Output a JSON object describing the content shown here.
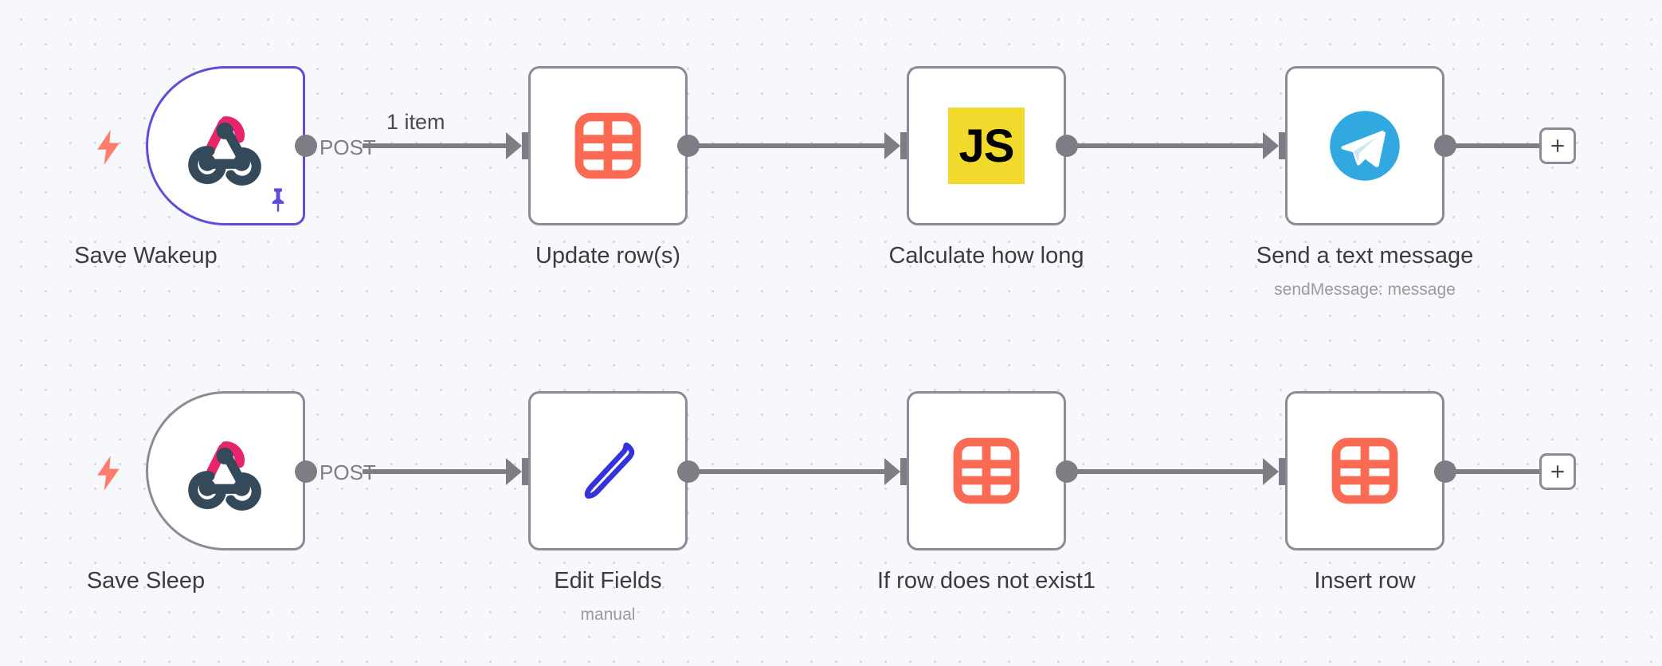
{
  "canvas": {
    "background_color": "#f7f8fb",
    "dot_color": "#d6d8e0"
  },
  "colors": {
    "node_border": "#8b8b95",
    "node_selected_border": "#5e4ddb",
    "connector": "#7d7d86",
    "trigger_bolt": "#ff7b6b",
    "sheets_icon": "#fb6b54",
    "js_badge": "#f2da2c",
    "telegram": "#31a8e0",
    "pin": "#5e4ddb",
    "webhook_pink": "#e8246b",
    "webhook_dark": "#34495a",
    "edit_pen": "#3333dd",
    "label_text": "#3b3b44",
    "sublabel_text": "#9a9aa6"
  },
  "rows": [
    {
      "id": "row-wakeup",
      "nodes": [
        {
          "id": "save-wakeup",
          "label": "Save Wakeup",
          "subtitle": "",
          "icon": "webhook-icon",
          "type": "trigger",
          "selected": true,
          "pinned": true,
          "output_label": "POST"
        },
        {
          "id": "update-rows",
          "label": "Update row(s)",
          "subtitle": "",
          "icon": "google-sheets-icon",
          "type": "action",
          "selected": false,
          "pinned": false,
          "output_label": ""
        },
        {
          "id": "calculate-how-long",
          "label": "Calculate how long",
          "subtitle": "",
          "icon": "javascript-code-icon",
          "type": "action",
          "selected": false,
          "pinned": false,
          "output_label": ""
        },
        {
          "id": "send-a-text-message",
          "label": "Send a text message",
          "subtitle": "sendMessage: message",
          "icon": "telegram-icon",
          "type": "action",
          "selected": false,
          "pinned": false,
          "output_label": ""
        }
      ],
      "connection_labels": [
        "1 item",
        "",
        ""
      ],
      "add_button": "+"
    },
    {
      "id": "row-sleep",
      "nodes": [
        {
          "id": "save-sleep",
          "label": "Save Sleep",
          "subtitle": "",
          "icon": "webhook-icon",
          "type": "trigger",
          "selected": false,
          "pinned": false,
          "output_label": "POST"
        },
        {
          "id": "edit-fields",
          "label": "Edit Fields",
          "subtitle": "manual",
          "icon": "edit-pen-icon",
          "type": "action",
          "selected": false,
          "pinned": false,
          "output_label": ""
        },
        {
          "id": "if-row-does-not-exist1",
          "label": "If row does not exist1",
          "subtitle": "",
          "icon": "google-sheets-icon",
          "type": "action",
          "selected": false,
          "pinned": false,
          "output_label": ""
        },
        {
          "id": "insert-row",
          "label": "Insert row",
          "subtitle": "",
          "icon": "google-sheets-icon",
          "type": "action",
          "selected": false,
          "pinned": false,
          "output_label": ""
        }
      ],
      "connection_labels": [
        "",
        "",
        ""
      ],
      "add_button": "+"
    }
  ],
  "icon_labels": {
    "js_text": "JS"
  }
}
